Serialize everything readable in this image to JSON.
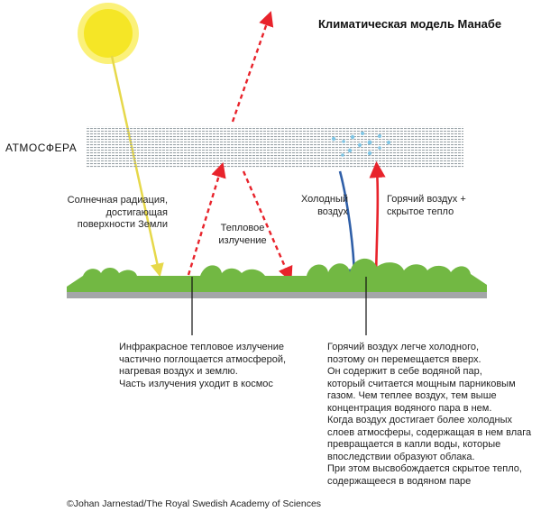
{
  "title": "Климатическая модель Манабе",
  "atmosphere_label": "АТМОСФЕРА",
  "solar_label": [
    "Солнечная радиация,",
    "достигающая",
    "поверхности Земли"
  ],
  "thermal_label": [
    "Тепловое",
    "излучение"
  ],
  "cold_air_label": [
    "Холодный",
    "воздух"
  ],
  "hot_air_label": [
    "Горячий воздух +",
    "скрытое тепло"
  ],
  "left_caption": [
    "Инфракрасное тепловое излучение",
    "частично поглощается атмосферой,",
    "нагревая воздух и землю.",
    "Часть излучения уходит в космос"
  ],
  "right_caption": [
    "Горячий воздух легче холодного,",
    "поэтому он перемещается вверх.",
    "Он содержит в себе водяной пар,",
    "который считается мощным парниковым",
    "газом. Чем теплее воздух, тем выше",
    "концентрация водяного пара в нем.",
    "Когда воздух достигает более холодных",
    "слоев атмосферы, содержащая в нем влага",
    "превращается в капли воды, которые",
    "впоследствии образуют облака.",
    "При этом высвобождается скрытое тепло,",
    "содержащееся в водяном паре"
  ],
  "credit": "©Johan Jarnestad/The Royal Swedish Academy of Sciences",
  "colors": {
    "sun": "#f5e626",
    "sun_ray": "#e6d84a",
    "thermal": "#e8232b",
    "cold_air": "#2f5fa8",
    "hot_air": "#e8232b",
    "ground": "#72b843",
    "ground_base": "#a4a6a8",
    "atmosphere": "#9aa3a8",
    "droplets": "#7fc6e6"
  },
  "icons": [
    "sun-icon",
    "atmosphere-band",
    "ground-strip",
    "water-droplets"
  ]
}
